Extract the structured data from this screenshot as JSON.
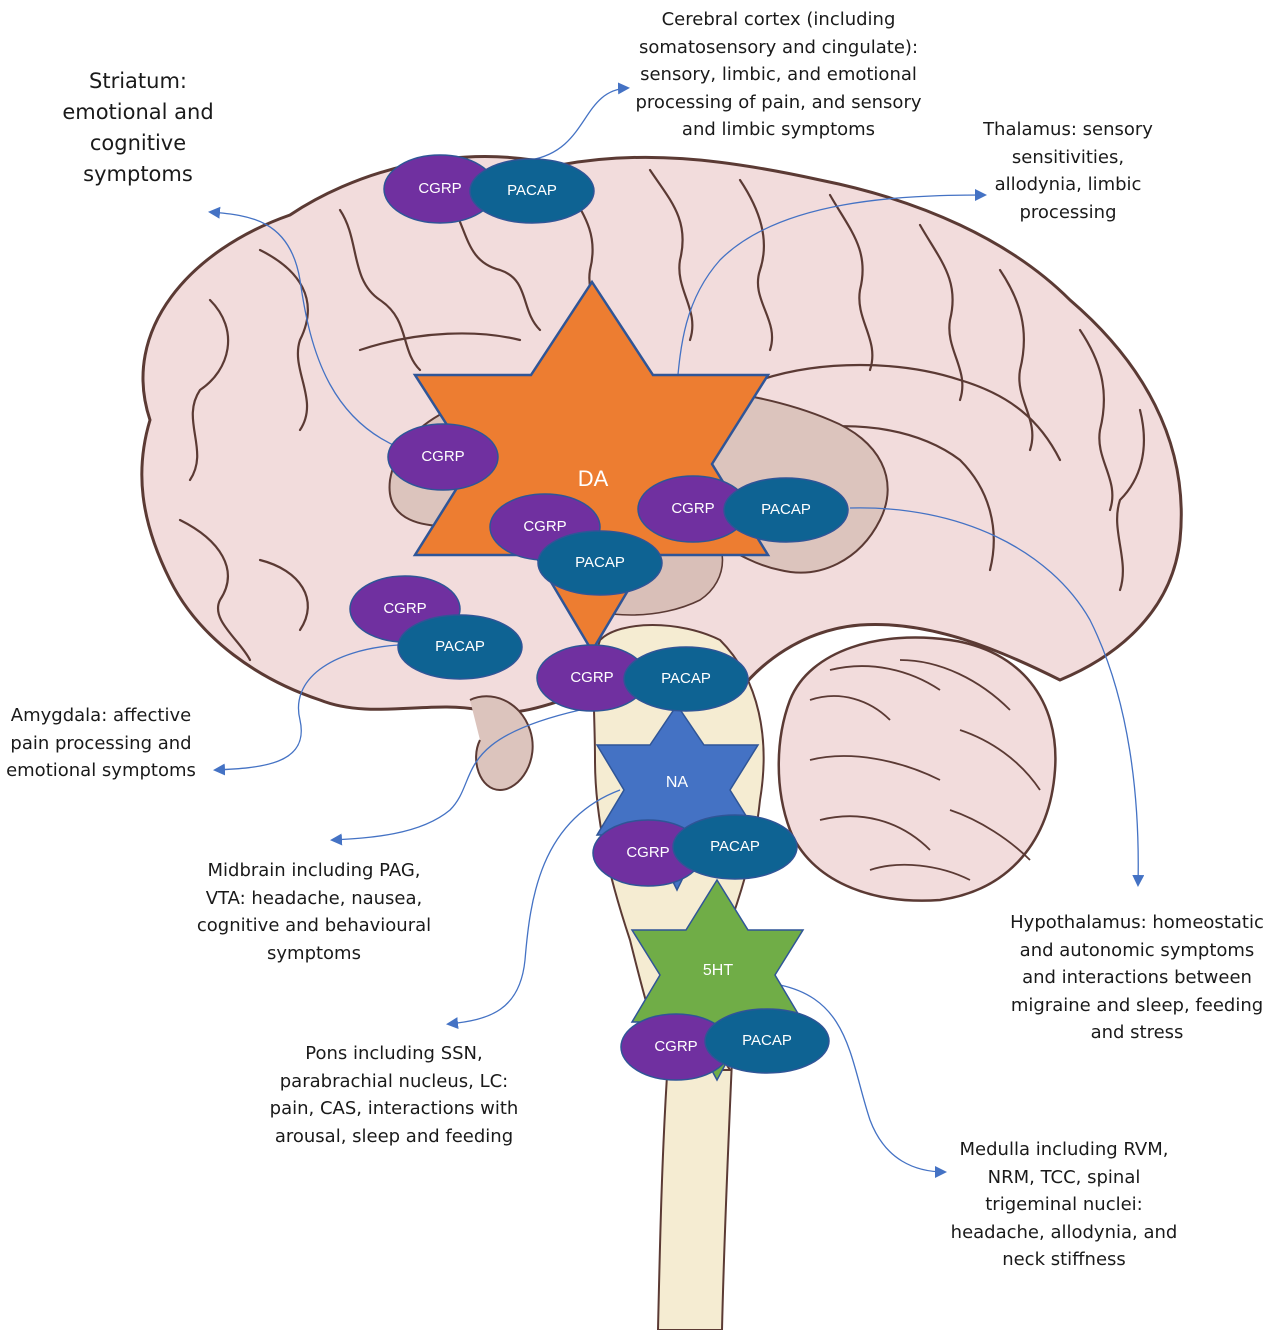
{
  "colors": {
    "cgrp": "#7030a0",
    "pacap": "#0e6393",
    "dopamine_star": "#ed7d31",
    "noradrenaline_star": "#4472c4",
    "serotonin_star": "#70ad47",
    "arrow": "#4472c4",
    "brain_fill": "#f2dcdc",
    "brain_outline": "#5b3a34",
    "inner_fill": "#dcc4bd",
    "stem_fill": "#f5ecd2"
  },
  "stars": {
    "da": "DA",
    "na": "NA",
    "ht5": "5HT"
  },
  "molecules": {
    "cgrp": "CGRP",
    "pacap": "PACAP"
  },
  "labels": {
    "striatum": [
      "Striatum:",
      "emotional and",
      "cognitive",
      "symptoms"
    ],
    "cortex": [
      "Cerebral cortex (including",
      "somatosensory and cingulate):",
      "sensory, limbic, and emotional",
      "processing of pain, and sensory",
      "and limbic symptoms"
    ],
    "thalamus": [
      "Thalamus: sensory",
      "sensitivities,",
      "allodynia, limbic",
      "processing"
    ],
    "amygdala": [
      "Amygdala: affective",
      "pain processing and",
      "emotional symptoms"
    ],
    "midbrain": [
      "Midbrain including PAG,",
      "VTA: headache, nausea,",
      "cognitive and behavioural",
      "symptoms"
    ],
    "hypothalamus": [
      "Hypothalamus: homeostatic",
      "and autonomic symptoms",
      "and interactions between",
      "migraine and sleep, feeding",
      "and stress"
    ],
    "pons": [
      "Pons including SSN,",
      "parabrachial nucleus, LC:",
      "pain, CAS, interactions with",
      "arousal, sleep and feeding"
    ],
    "medulla": [
      "Medulla including RVM,",
      "NRM, TCC, spinal",
      "trigeminal nuclei:",
      "headache, allodynia, and",
      "neck stiffness"
    ]
  }
}
